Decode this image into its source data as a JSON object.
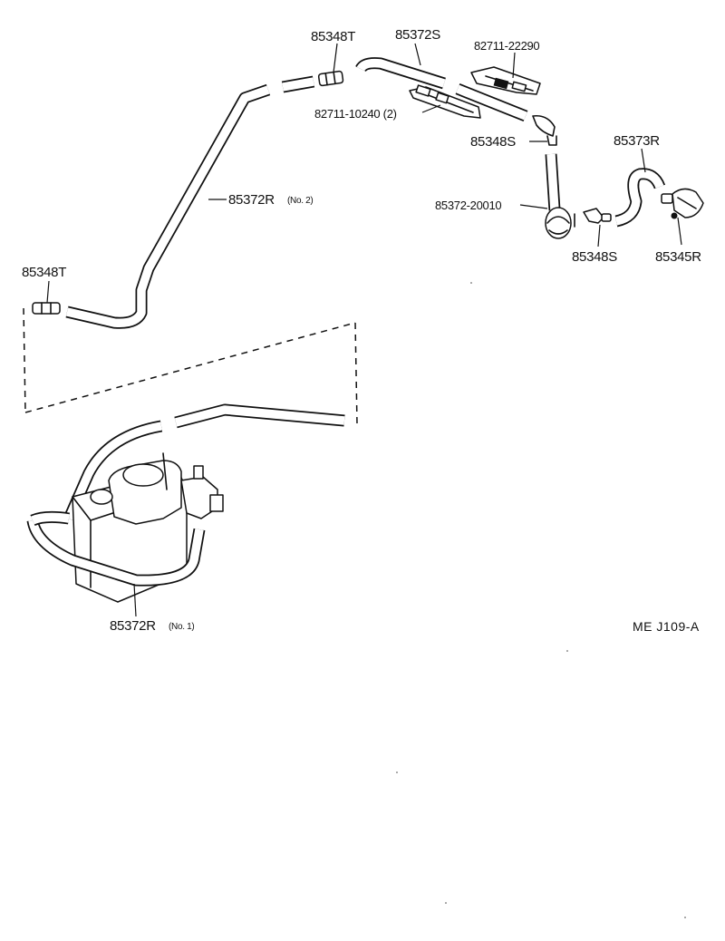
{
  "labels": {
    "p85348T_top": "85348T",
    "p85372S": "85372S",
    "p82711_22290": "82711-22290",
    "p82711_10240": "82711-10240 (2)",
    "p85348S_upper": "85348S",
    "p85373R": "85373R",
    "p85372R_no2": "85372R",
    "p85372R_no2_note": "(No. 2)",
    "p85372_20010": "85372-20010",
    "p85348T_left": "85348T",
    "p85348S_lower": "85348S",
    "p85345R": "85345R",
    "p85372R_no1": "85372R",
    "p85372R_no1_note": "(No. 1)",
    "diagram_code": "ME  J109-A"
  },
  "colors": {
    "ink": "#111111",
    "paper": "#ffffff"
  }
}
